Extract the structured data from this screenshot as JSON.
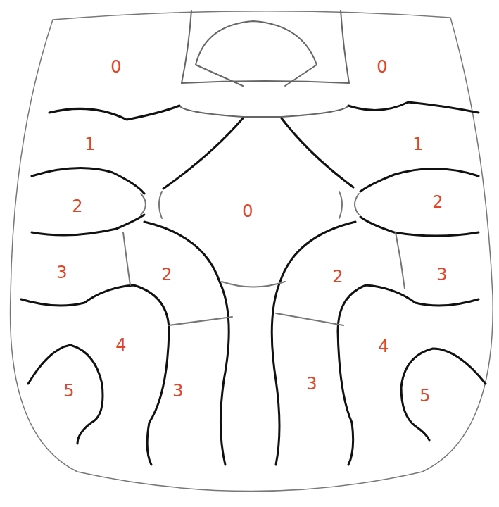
{
  "diagram": {
    "labels": [
      "0",
      "0",
      "1",
      "1",
      "2",
      "0",
      "2",
      "3",
      "2",
      "2",
      "3",
      "4",
      "4",
      "5",
      "3",
      "3",
      "5"
    ]
  }
}
